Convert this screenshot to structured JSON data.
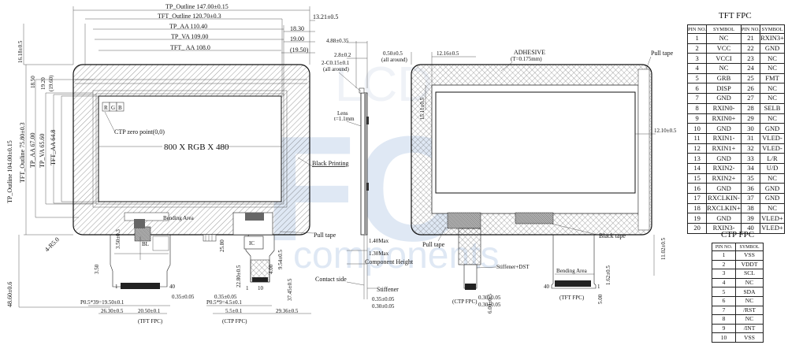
{
  "front_view": {
    "top_dims": [
      "TP_Outline 147.00±0.15",
      "TFT_Outline 120.70±0.3",
      "TP_AA 110.40",
      "TP_VA 109.00",
      "TFT_ AA 108.0"
    ],
    "right_dims": [
      "13.21±0.5",
      "18.30",
      "19.00",
      "(19.50)"
    ],
    "left_small": [
      "16.18±0.5",
      "18.50",
      "19.20",
      "(19.60)"
    ],
    "left_vert": [
      "TP_Outline 104.00±0.15",
      "TFT_Outline 75.80±0.3",
      "TP_AA 67.00",
      "TP_VA 65.60",
      "TFT_AA 64.8"
    ],
    "left_bottom": "48.60±0.6",
    "left_chamfer": "4-R5.0",
    "rgb": [
      "R",
      "G",
      "B"
    ],
    "ctp_zero": "CTP zero point(0,0)",
    "resolution": "800 X RGB X 480",
    "black_printing": "Black Printing",
    "bending_area": "Bending Area",
    "pull_tape": "Pull tape",
    "tft_fpc_dims": [
      "3.50",
      "3.50±0.3",
      "1",
      "40",
      "0.35±0.05",
      "P0.5*39=19.50±0.1",
      "26.30±0.5",
      "20.50±0.1",
      "(TFT FPC)"
    ],
    "ctp_fpc_dims": [
      "25.80",
      "22.80±0.5",
      "4.00",
      "1",
      "10",
      "9.54±0.5",
      "37.45±0.5",
      "0.35±0.05",
      "P0.5*9=4.5±0.1",
      "5.5±0.1",
      "29.36±0.5",
      "(CTP FPC)"
    ],
    "ic_label": "IC",
    "bl_label": "BL"
  },
  "side_view": {
    "dims": [
      "4.88±0.35",
      "2.8±0.2",
      "2-C0.15±0.1",
      "(all around)",
      "Lens",
      "t=1.1mm",
      "1.40Max",
      "1.30Max",
      "Component Height",
      "Contact side",
      "Stiffener",
      "0.35±0.05",
      "0.30±0.05"
    ]
  },
  "back_view": {
    "dims": [
      "0.50±0.5",
      "(all around)",
      "12.16±0.5",
      "ADHESIVE",
      "(T=0.175mm)",
      "15.11±0.5",
      "12.10±0.5",
      "11.02±0.5",
      "1.62±0.5",
      "5.00",
      "6.00±0.5",
      "0.30±0.05",
      "0.30±0.05"
    ],
    "labels": [
      "Pull tape",
      "Pull tape",
      "Black tape",
      "Stiffener+DST",
      "(CTP FPC)",
      "Bending Area",
      "40",
      "1",
      "(TFT FPC)"
    ]
  },
  "watermark": [
    "FC",
    "components",
    "LCD"
  ],
  "tft_fpc": {
    "title": "TFT FPC",
    "headers": [
      "PIN NO.",
      "SYMBOL",
      "PIN NO.",
      "SYMBOL"
    ],
    "rows": [
      [
        "1",
        "NC",
        "21",
        "RXIN3+"
      ],
      [
        "2",
        "VCC",
        "22",
        "GND"
      ],
      [
        "3",
        "VCCI",
        "23",
        "NC"
      ],
      [
        "4",
        "NC",
        "24",
        "NC"
      ],
      [
        "5",
        "GRB",
        "25",
        "FMT"
      ],
      [
        "6",
        "DISP",
        "26",
        "NC"
      ],
      [
        "7",
        "GND",
        "27",
        "NC"
      ],
      [
        "8",
        "RXIN0-",
        "28",
        "SELB"
      ],
      [
        "9",
        "RXIN0+",
        "29",
        "NC"
      ],
      [
        "10",
        "GND",
        "30",
        "GND"
      ],
      [
        "11",
        "RXIN1-",
        "31",
        "VLED-"
      ],
      [
        "12",
        "RXIN1+",
        "32",
        "VLED-"
      ],
      [
        "13",
        "GND",
        "33",
        "L/R"
      ],
      [
        "14",
        "RXIN2-",
        "34",
        "U/D"
      ],
      [
        "15",
        "RXIN2+",
        "35",
        "NC"
      ],
      [
        "16",
        "GND",
        "36",
        "GND"
      ],
      [
        "17",
        "RXCLKIN-",
        "37",
        "GND"
      ],
      [
        "18",
        "RXCLKIN+",
        "38",
        "NC"
      ],
      [
        "19",
        "GND",
        "39",
        "VLED+"
      ],
      [
        "20",
        "RXIN3-",
        "40",
        "VLED+"
      ]
    ]
  },
  "ctp_fpc": {
    "title": "CTP FPC",
    "headers": [
      "PIN NO.",
      "SYMBOL"
    ],
    "rows": [
      [
        "1",
        "VSS"
      ],
      [
        "2",
        "VDDT"
      ],
      [
        "3",
        "SCL"
      ],
      [
        "4",
        "NC"
      ],
      [
        "5",
        "SDA"
      ],
      [
        "6",
        "NC"
      ],
      [
        "7",
        "/RST"
      ],
      [
        "8",
        "NC"
      ],
      [
        "9",
        "/INT"
      ],
      [
        "10",
        "VSS"
      ]
    ]
  }
}
